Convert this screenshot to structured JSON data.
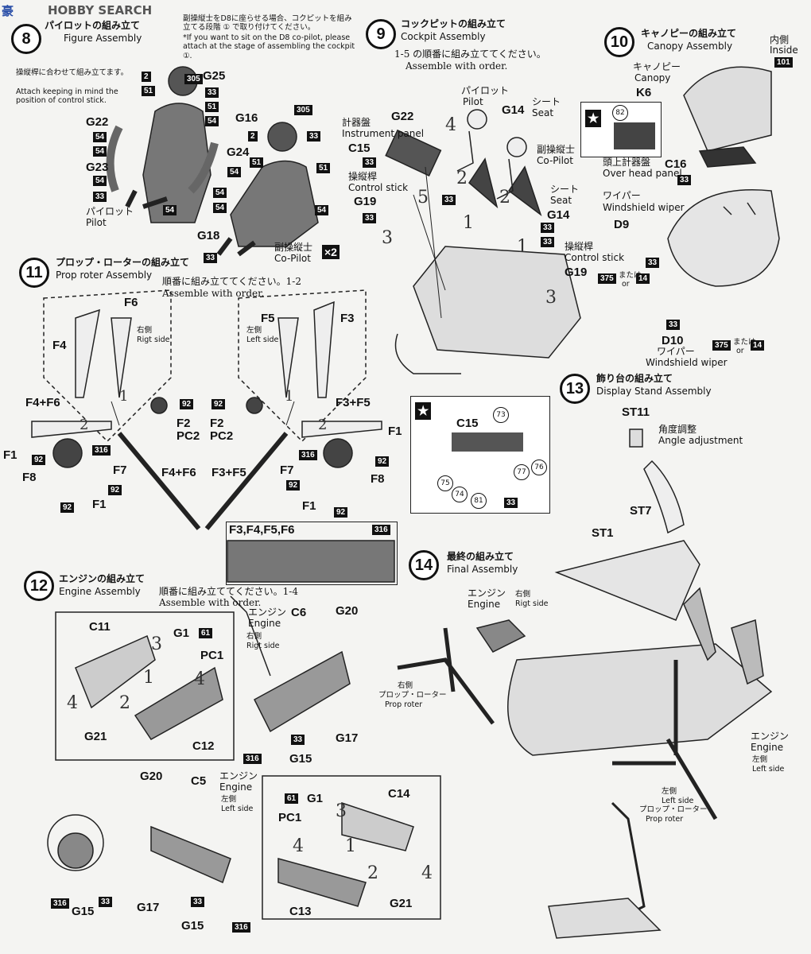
{
  "watermark": {
    "logo": "豪",
    "site": "HOBBY SEARCH"
  },
  "sections": {
    "s8": {
      "num": "8",
      "title_ja": "パイロットの組み立て",
      "title_en": "Figure Assembly",
      "note_ja": "副操縦士をD8に座らせる場合、コクピットを組み立てる段階 ① で取り付けてください。",
      "note_en": "*If you want to sit on the D8 co-pilot, please attach at the stage of assembling the cockpit ①.",
      "side_ja": "操縦桿に合わせて組み立てます。",
      "side_en": "Attach keeping in mind the position of control stick.",
      "pilot_ja": "パイロット",
      "pilot_en": "Pilot",
      "copilot_ja": "副操縦士",
      "copilot_en": "Co-Pilot",
      "x2": "×2"
    },
    "s9": {
      "num": "9",
      "title_ja": "コックピットの組み立て",
      "title_en": "Cockpit Assembly",
      "order_ja": "1-5 の順番に組み立ててください。",
      "order_en": "Assemble with order.",
      "pilot_ja": "パイロット",
      "pilot_en": "Pilot",
      "seat_ja": "シート",
      "seat_en": "Seat",
      "copilot_ja": "副操縦士",
      "copilot_en": "Co-Pilot",
      "panel_ja": "計器盤",
      "panel_en": "Instrument panel",
      "stick_ja": "操縦桿",
      "stick_en": "Control stick"
    },
    "s10": {
      "num": "10",
      "title_ja": "キャノピーの組み立て",
      "title_en": "Canopy Assembly",
      "inside_ja": "内側",
      "inside_en": "Inside",
      "canopy_ja": "キャノピー",
      "canopy_en": "Canopy",
      "ohp_ja": "頭上計器盤",
      "ohp_en": "Over head panel",
      "wiper_ja": "ワイパー",
      "wiper_en": "Windshield wiper",
      "or_ja": "または",
      "or_en": "or"
    },
    "s11": {
      "num": "11",
      "title_ja": "プロップ・ローターの組み立て",
      "title_en": "Prop roter Assembly",
      "order_ja": "順番に組み立ててください。1-2",
      "order_en": "Assemble with order.",
      "right_ja": "右側",
      "right_en": "Rigt side",
      "left_ja": "左側",
      "left_en": "Left side"
    },
    "s12": {
      "num": "12",
      "title_ja": "エンジンの組み立て",
      "title_en": "Engine Assembly",
      "order_ja": "順番に組み立ててください。1-4",
      "order_en": "Assemble with order.",
      "engine_ja": "エンジン",
      "engine_en": "Engine",
      "right_ja": "右側",
      "right_en": "Rigt side",
      "left_ja": "左側",
      "left_en": "Left side"
    },
    "s13": {
      "num": "13",
      "title_ja": "飾り台の組み立て",
      "title_en": "Display Stand Assembly",
      "angle_ja": "角度調整",
      "angle_en": "Angle adjustment"
    },
    "s14": {
      "num": "14",
      "title_ja": "最終の組み立て",
      "title_en": "Final Assembly",
      "engine_ja": "エンジン",
      "engine_en": "Engine",
      "right_ja": "右側",
      "right_en": "Rigt side",
      "left_ja": "左側",
      "left_en": "Left side",
      "prop_ja": "プロップ・ローター",
      "prop_en": "Prop roter"
    }
  },
  "parts": {
    "G25": "G25",
    "G22": "G22",
    "G23": "G23",
    "G16": "G16",
    "G24": "G24",
    "G18": "G18",
    "G14": "G14",
    "C15": "C15",
    "G19": "G19",
    "K6": "K6",
    "C16": "C16",
    "D9": "D9",
    "D10": "D10",
    "F6": "F6",
    "F4": "F4",
    "F5": "F5",
    "F3": "F3",
    "F4F6": "F4+F6",
    "F3F5": "F3+F5",
    "F2": "F2",
    "PC2": "PC2",
    "F1": "F1",
    "F8": "F8",
    "F7": "F7",
    "F3456": "F3,F4,F5,F6",
    "C11": "C11",
    "G1": "G1",
    "PC1": "PC1",
    "G21": "G21",
    "C12": "C12",
    "C6": "C6",
    "G20": "G20",
    "G17": "G17",
    "G15": "G15",
    "C5": "C5",
    "C14": "C14",
    "C13": "C13",
    "ST11": "ST11",
    "ST7": "ST7",
    "ST1": "ST1"
  },
  "paints": {
    "p305": "305",
    "p2": "2",
    "p51": "51",
    "p33": "33",
    "p54": "54",
    "p92": "92",
    "p316": "316",
    "p101": "101",
    "p375": "375",
    "p14": "14",
    "p61": "61",
    "p82": "82"
  },
  "decals": {
    "d73": "73",
    "d76": "76",
    "d75": "75",
    "d77": "77",
    "d74": "74",
    "d81": "81"
  },
  "steps": {
    "n1": "1",
    "n2": "2",
    "n3": "3",
    "n4": "4",
    "n5": "5"
  }
}
